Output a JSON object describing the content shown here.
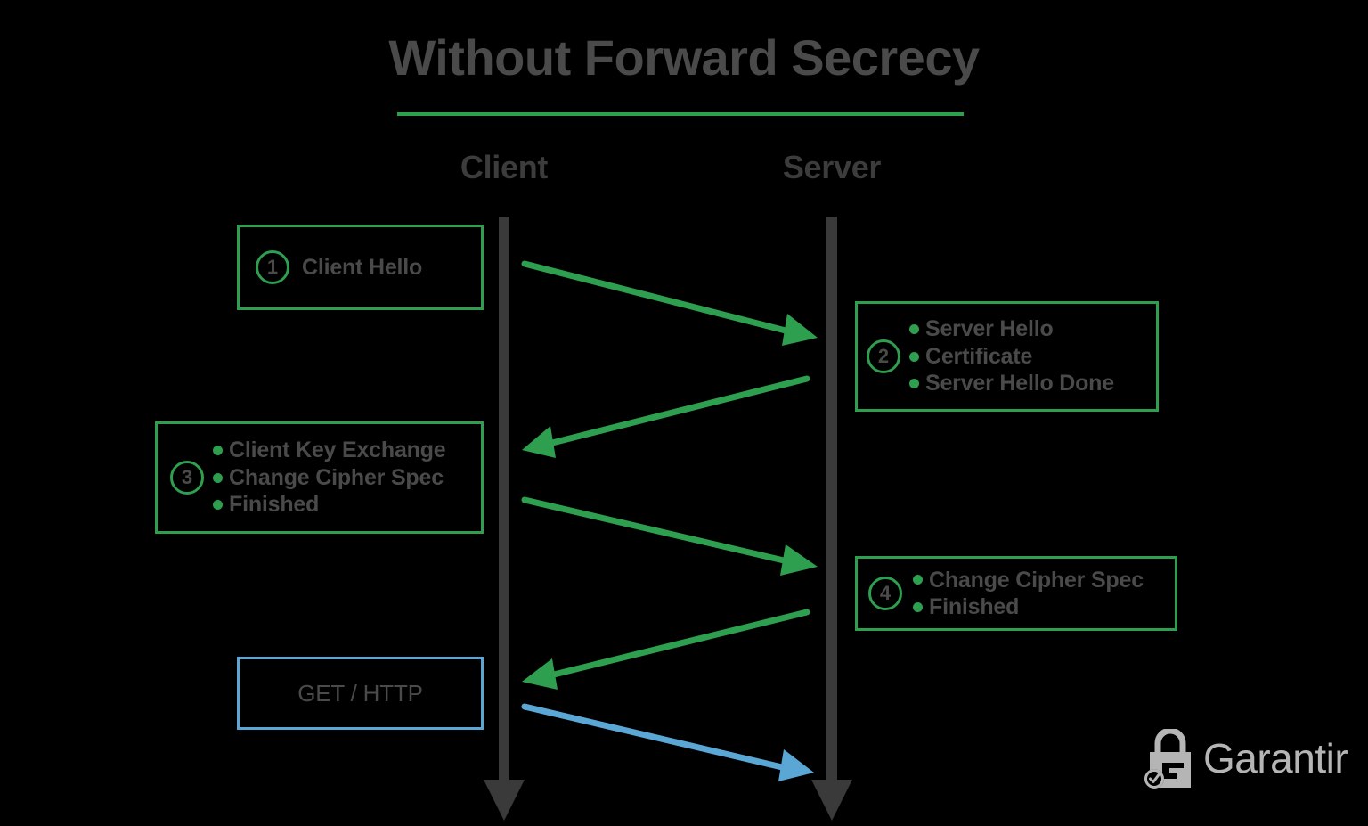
{
  "title": "Without Forward Secrecy",
  "colors": {
    "green": "#2e9e4f",
    "blue": "#5aa7d6",
    "text_gray": "#4a4a4a",
    "lifeline_gray": "#3a3a3a",
    "logo_gray": "#b5b5b5",
    "background": "#000000"
  },
  "columns": {
    "client": "Client",
    "server": "Server"
  },
  "boxes": [
    {
      "id": 1,
      "number": "1",
      "side": "client",
      "accent": "green",
      "bulleted": false,
      "items": [
        "Client Hello"
      ]
    },
    {
      "id": 2,
      "number": "2",
      "side": "server",
      "accent": "green",
      "bulleted": true,
      "items": [
        "Server Hello",
        "Certificate",
        "Server Hello Done"
      ]
    },
    {
      "id": 3,
      "number": "3",
      "side": "client",
      "accent": "green",
      "bulleted": true,
      "items": [
        "Client Key Exchange",
        "Change Cipher Spec",
        "Finished"
      ]
    },
    {
      "id": 4,
      "number": "4",
      "side": "server",
      "accent": "green",
      "bulleted": true,
      "items": [
        "Change Cipher Spec",
        "Finished"
      ]
    },
    {
      "id": 5,
      "number": "",
      "side": "client",
      "accent": "blue",
      "bulleted": false,
      "items": [
        "GET / HTTP"
      ]
    }
  ],
  "arrows": [
    {
      "id": 1,
      "from": "client",
      "to": "server",
      "color": "#2e9e4f",
      "step": "1"
    },
    {
      "id": 2,
      "from": "server",
      "to": "client",
      "color": "#2e9e4f",
      "step": "2"
    },
    {
      "id": 3,
      "from": "client",
      "to": "server",
      "color": "#2e9e4f",
      "step": "3"
    },
    {
      "id": 4,
      "from": "server",
      "to": "client",
      "color": "#2e9e4f",
      "step": "4"
    },
    {
      "id": 5,
      "from": "client",
      "to": "server",
      "color": "#5aa7d6",
      "step": "5"
    }
  ],
  "logo": {
    "word": "Garantir",
    "icon": "padlock-check-icon"
  }
}
